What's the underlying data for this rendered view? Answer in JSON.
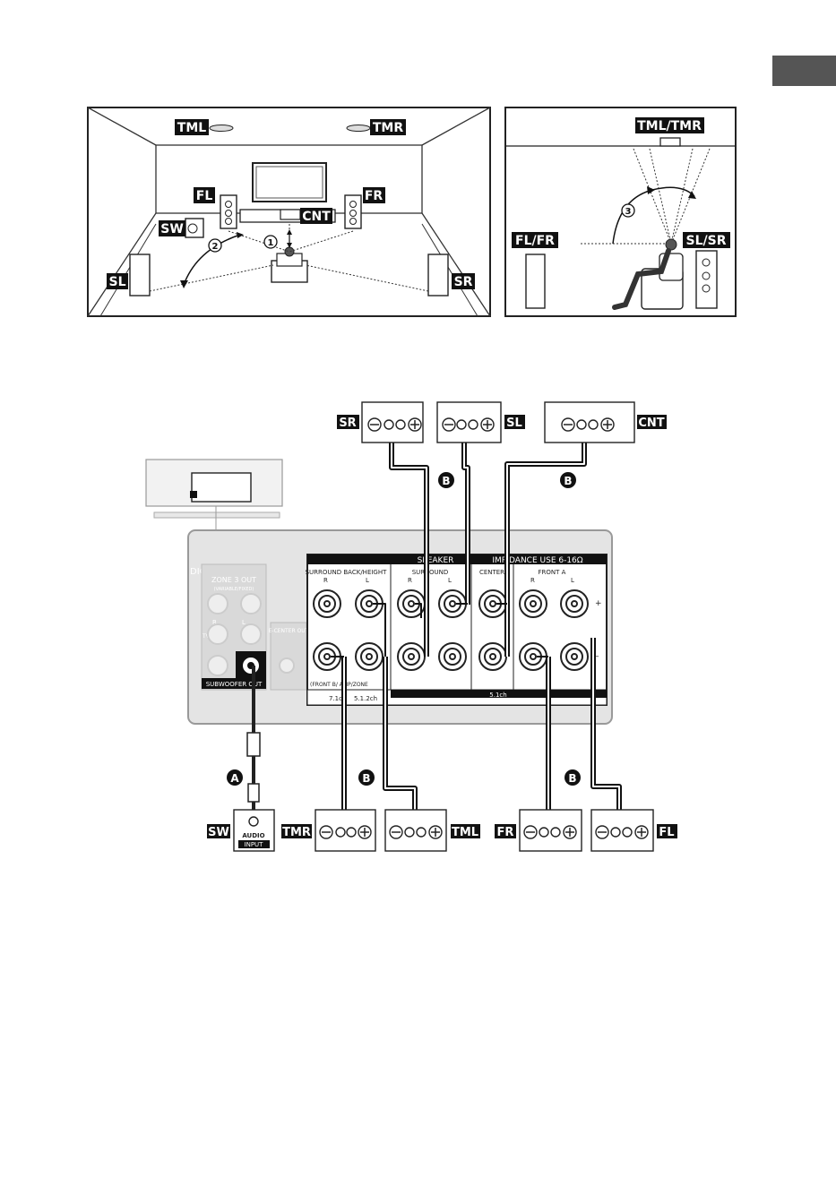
{
  "page_tab": "",
  "room_diagram": {
    "labels": {
      "tml": "TML",
      "tmr": "TMR",
      "fl": "FL",
      "fr": "FR",
      "sw": "SW",
      "cnt": "CNT",
      "sl": "SL",
      "sr": "SR"
    },
    "markers": [
      "1",
      "2"
    ]
  },
  "side_diagram": {
    "labels": {
      "tml_tmr": "TML/TMR",
      "fl_fr": "FL/FR",
      "sl_sr": "SL/SR"
    },
    "marker": "3"
  },
  "wiring": {
    "top_speakers": {
      "sr": "SR",
      "sl": "SL",
      "cnt": "CNT"
    },
    "bottom_speakers": {
      "sw": "SW",
      "tmr": "TMR",
      "tml": "TML",
      "fr": "FR",
      "fl": "FL"
    },
    "cable_a": "A",
    "cable_b": "B",
    "sw_input_line1": "AUDIO",
    "sw_input_line2": "INPUT",
    "panel": {
      "audio_fragment": "DIO",
      "zone3_title": "ZONE 3 OUT",
      "zone3_sub": "(VARIABLE/FIXED)",
      "r": "R",
      "l": "L",
      "tv": "TV",
      "center_out": "E-CENTER OUT",
      "subwoofer_out": "SUBWOOFER OUT",
      "speakers_header_left": "SPEAKER",
      "speakers_header_right": "IMP   DANCE USE 6-16Ω",
      "surround_back_height": "SURROUND BACK/HEIGHT",
      "surround": "SURROUND",
      "center": "CENTER",
      "front_a": "FRONT A",
      "front_b_zone": "(FRONT B/   AMP/ZONE",
      "ch71": "7.1c",
      "ch512": "5.1.2ch",
      "ch51": "5.1ch",
      "plus": "+",
      "minus": "–"
    }
  }
}
